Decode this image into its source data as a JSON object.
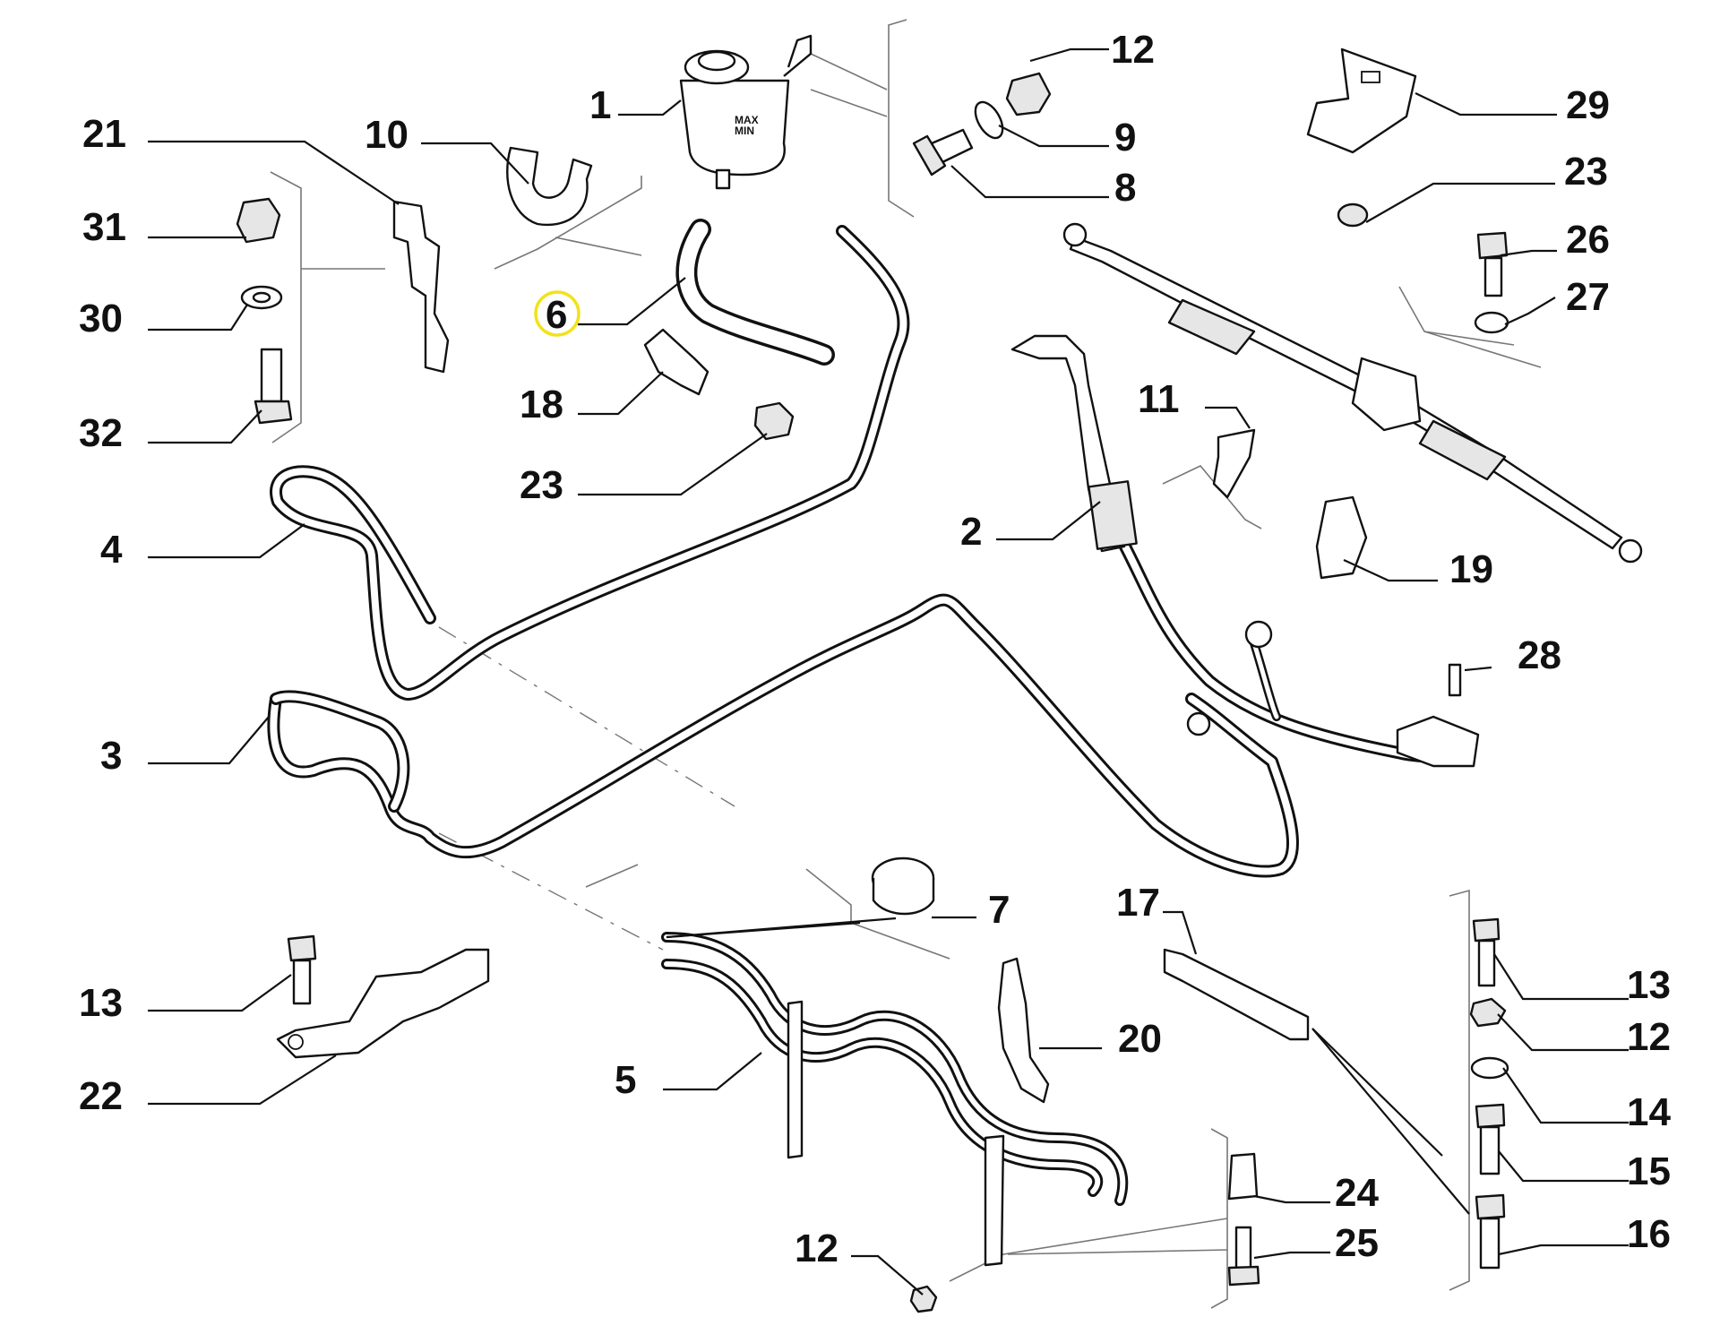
{
  "diagram": {
    "labels": [
      {
        "id": "1",
        "text": "1"
      },
      {
        "id": "2",
        "text": "2"
      },
      {
        "id": "3",
        "text": "3"
      },
      {
        "id": "4",
        "text": "4"
      },
      {
        "id": "5",
        "text": "5"
      },
      {
        "id": "6",
        "text": "6",
        "highlighted": true
      },
      {
        "id": "7",
        "text": "7"
      },
      {
        "id": "8",
        "text": "8"
      },
      {
        "id": "9",
        "text": "9"
      },
      {
        "id": "10",
        "text": "10"
      },
      {
        "id": "11",
        "text": "11"
      },
      {
        "id": "12a",
        "text": "12"
      },
      {
        "id": "12b",
        "text": "12"
      },
      {
        "id": "12c",
        "text": "12"
      },
      {
        "id": "13a",
        "text": "13"
      },
      {
        "id": "13b",
        "text": "13"
      },
      {
        "id": "14",
        "text": "14"
      },
      {
        "id": "15",
        "text": "15"
      },
      {
        "id": "16",
        "text": "16"
      },
      {
        "id": "17",
        "text": "17"
      },
      {
        "id": "18",
        "text": "18"
      },
      {
        "id": "19",
        "text": "19"
      },
      {
        "id": "20",
        "text": "20"
      },
      {
        "id": "21",
        "text": "21"
      },
      {
        "id": "22",
        "text": "22"
      },
      {
        "id": "23a",
        "text": "23"
      },
      {
        "id": "23b",
        "text": "23"
      },
      {
        "id": "24",
        "text": "24"
      },
      {
        "id": "25",
        "text": "25"
      },
      {
        "id": "26",
        "text": "26"
      },
      {
        "id": "27",
        "text": "27"
      },
      {
        "id": "28",
        "text": "28"
      },
      {
        "id": "29",
        "text": "29"
      },
      {
        "id": "30",
        "text": "30"
      },
      {
        "id": "31",
        "text": "31"
      },
      {
        "id": "32",
        "text": "32"
      }
    ],
    "reservoir_marks": [
      "MAX",
      "MIN"
    ],
    "highlight_color": "#f2e21a",
    "line_color": "#111111"
  }
}
